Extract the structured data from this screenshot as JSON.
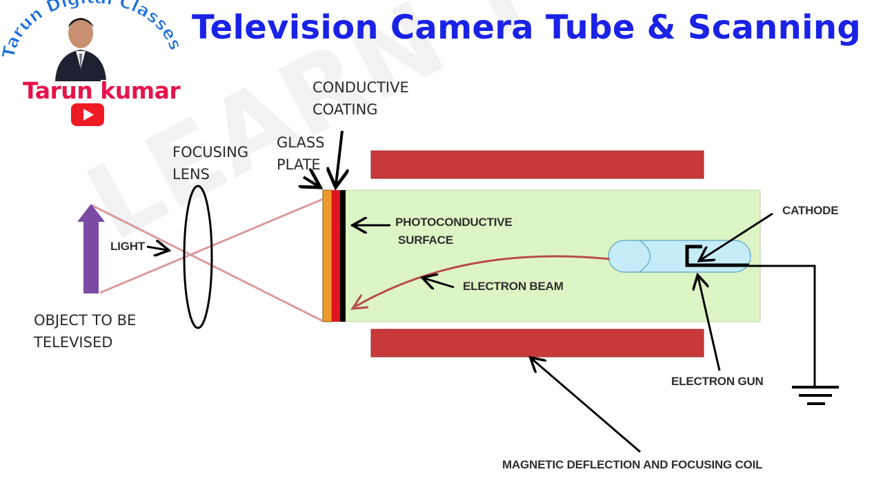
{
  "title": "Television Camera Tube & Scanning",
  "brand": {
    "channel_name": "Tarun Digital Classes",
    "presenter": "Tarun kumar",
    "platform_icon": "youtube-play-icon"
  },
  "watermark": "LEARN TO GROW",
  "labels": {
    "conductive_coating": [
      "CONDUCTIVE",
      "COATING"
    ],
    "glass_plate": [
      "GLASS",
      "PLATE"
    ],
    "focusing_lens": [
      "FOCUSING",
      "LENS"
    ],
    "light": "LIGHT",
    "object": [
      "OBJECT TO BE",
      "TELEVISED"
    ],
    "photoconductive_surface": [
      "PHOTOCONDUCTIVE",
      "SURFACE"
    ],
    "electron_beam": "ELECTRON BEAM",
    "cathode": "CATHODE",
    "electron_gun": "ELECTRON GUN",
    "coil": "MAGNETIC DEFLECTION AND FOCUSING COIL"
  },
  "colors": {
    "title": "#1a22e6",
    "tube_body": "#ddf5c4",
    "coil": "#c8393b",
    "glass_plate": "#ef9a2e",
    "conductive_coating": "#e0141e",
    "photoconductive_surface": "#000000",
    "electron_gun": "#c5ecf7",
    "light_rays": "#d99a9a",
    "electron_beam": "#b84a4a",
    "object_arrow": "#7a4aa4",
    "brand_name": "#e8124a"
  }
}
